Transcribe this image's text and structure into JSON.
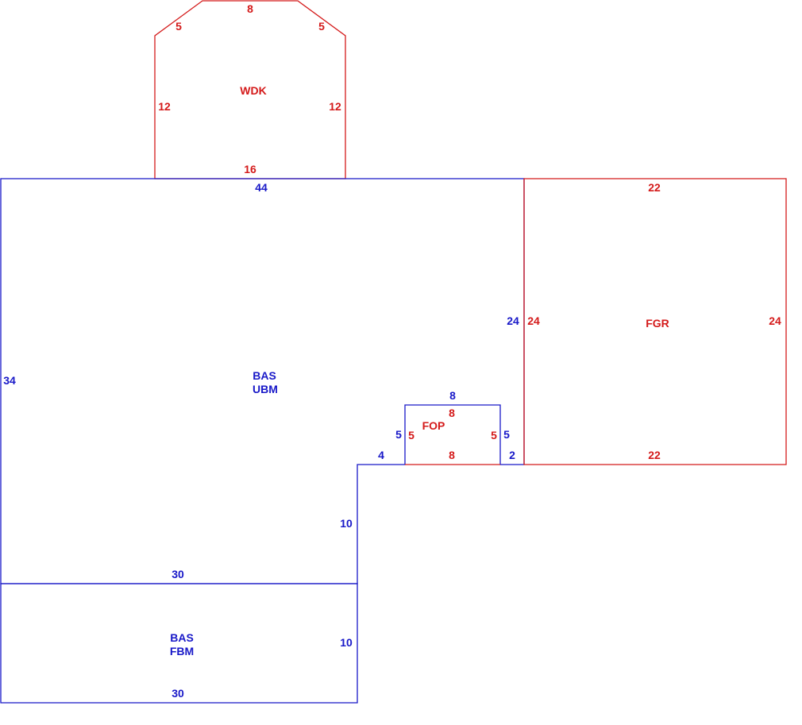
{
  "colors": {
    "living_area": "#1818c8",
    "other_area": "#d41a1a"
  },
  "areas": {
    "wdk": {
      "code": "WDK"
    },
    "bas_ubm": {
      "code1": "BAS",
      "code2": "UBM"
    },
    "bas_fbm": {
      "code1": "BAS",
      "code2": "FBM"
    },
    "fgr": {
      "code": "FGR"
    },
    "fop": {
      "code": "FOP"
    }
  },
  "dimensions": {
    "wdk_top": "8",
    "wdk_diag_left": "5",
    "wdk_diag_right": "5",
    "wdk_left": "12",
    "wdk_right": "12",
    "wdk_bottom": "16",
    "ubm_top": "44",
    "ubm_left": "34",
    "ubm_right_inner": "24",
    "ubm_step_right": "2",
    "ubm_step_left": "4",
    "ubm_notch_top": "8",
    "ubm_notch_left": "5",
    "ubm_notch_right": "5",
    "ubm_lower_right": "10",
    "ubm_bottom": "30",
    "fbm_right": "10",
    "fbm_bottom": "30",
    "fgr_top": "22",
    "fgr_left": "24",
    "fgr_right": "24",
    "fgr_bottom": "22",
    "fop_top": "8",
    "fop_left": "5",
    "fop_right": "5",
    "fop_bottom": "8"
  }
}
